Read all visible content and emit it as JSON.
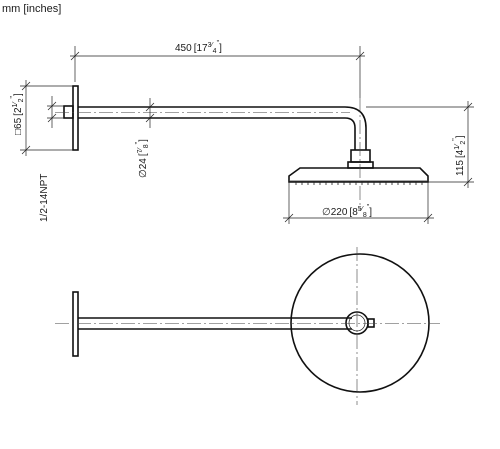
{
  "units": {
    "label": "mm [inches]"
  },
  "dimensions": {
    "length": {
      "mm": "450",
      "inch_whole": "17",
      "inch_num": "3",
      "inch_den": "4",
      "inch_mark": "\""
    },
    "plate": {
      "symbol": "□",
      "mm": "65",
      "inch_whole": "2",
      "inch_num": "1",
      "inch_den": "2",
      "inch_mark": "\""
    },
    "arm_diameter": {
      "symbol": "∅",
      "mm": "24",
      "inch_num": "7",
      "inch_den": "8",
      "inch_mark": "\""
    },
    "height": {
      "mm": "115",
      "inch_whole": "4",
      "inch_num": "1",
      "inch_den": "2",
      "inch_mark": "\""
    },
    "head_diameter": {
      "symbol": "∅",
      "mm": "220",
      "inch_whole": "8",
      "inch_num": "5",
      "inch_den": "8",
      "inch_mark": "\""
    },
    "thread": {
      "label": "1/2-14NPT"
    }
  }
}
